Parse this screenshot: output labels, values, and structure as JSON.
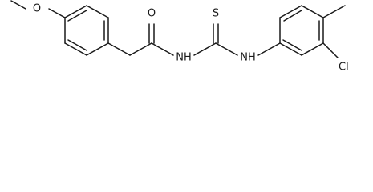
{
  "molecule": {
    "atom_labels": {
      "methoxy_o": "O",
      "carbonyl_o": "O",
      "thione_s": "S",
      "amide_nh": "NH",
      "thiourea_nh": "NH",
      "chloro": "Cl"
    }
  }
}
